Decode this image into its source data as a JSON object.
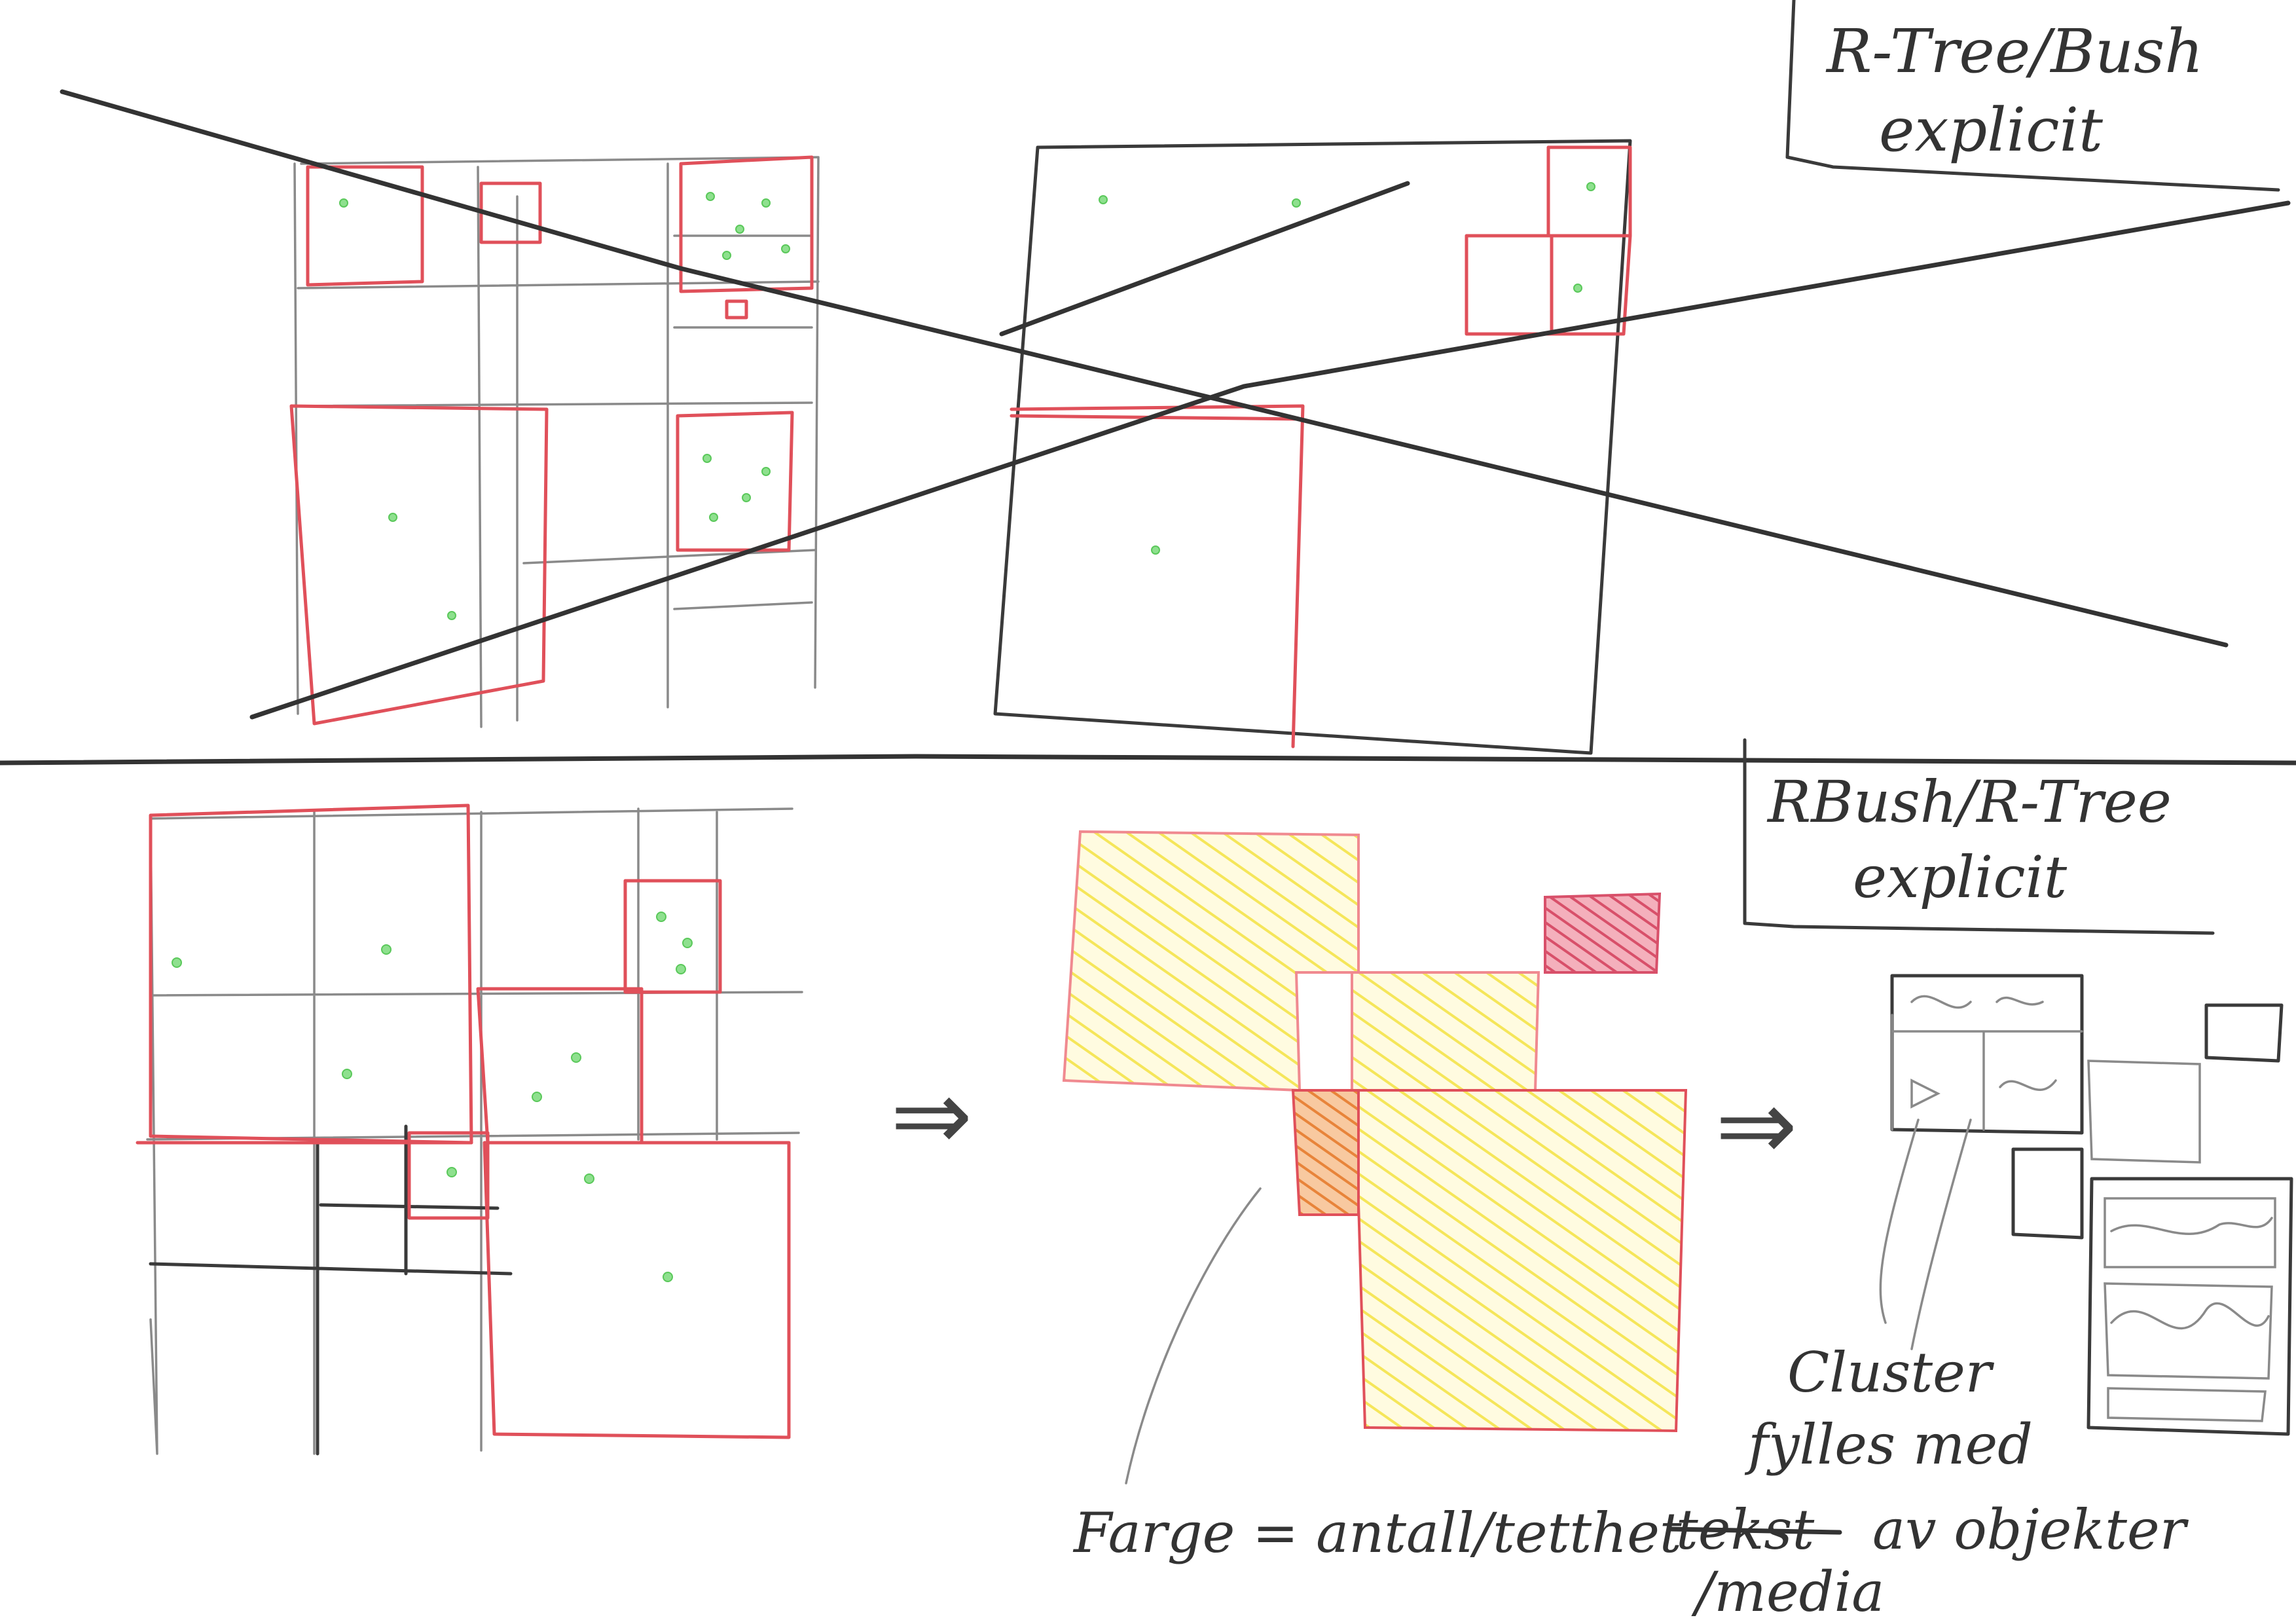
{
  "labels": {
    "top_box_line1": "R-Tree/Bush",
    "top_box_line2": "explicit",
    "bottom_box_line1": "RBush/R-Tree",
    "bottom_box_line2": "explicit",
    "cluster_line1": "Cluster",
    "cluster_line2": "fylles med",
    "cluster_struck": "tekst",
    "cluster_line3": "av objekter",
    "cluster_line4": "/media",
    "color_note": "Farge = antall/tetthet"
  },
  "colors": {
    "pencil": "#3a3a3a",
    "red_pencil": "#e0505a",
    "green_dots": "#8ee08e",
    "yellow_fill": "#f7ec6a",
    "orange_fill": "#f0a050",
    "pink_fill": "#e87a90"
  },
  "arrows": [
    "⇒",
    "⇒"
  ]
}
